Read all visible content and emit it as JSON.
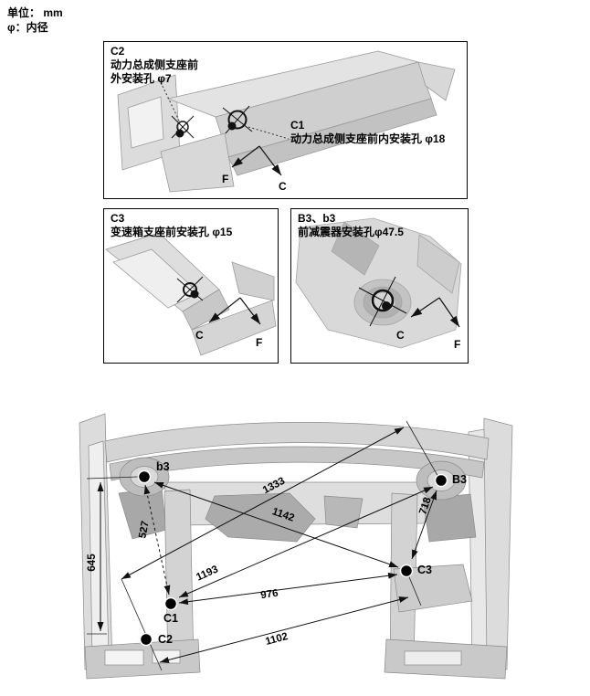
{
  "header": {
    "unit_label": "单位： mm",
    "diameter_label": "φ：内径"
  },
  "callout_boxes": [
    {
      "title": "C2",
      "line1": "动力总成侧支座前",
      "line2": "外安装孔 φ7",
      "dir_f": "F",
      "dir_c": "C",
      "sub_callout": {
        "title": "C1",
        "line": "动力总成侧支座前内安装孔 φ18"
      }
    },
    {
      "title": "C3",
      "line1": "变速箱支座前安装孔 φ15",
      "dir_f": "F",
      "dir_c": "C"
    },
    {
      "title": "B3、b3",
      "line1": "前减震器安装孔φ47.5",
      "dir_f": "F",
      "dir_c": "C"
    }
  ],
  "diagram": {
    "points": [
      {
        "id": "b3"
      },
      {
        "id": "B3"
      },
      {
        "id": "C1"
      },
      {
        "id": "C2"
      },
      {
        "id": "C3"
      }
    ],
    "measurements": [
      {
        "value": "1333",
        "from": "C2",
        "to": "B3"
      },
      {
        "value": "1142",
        "from": "b3",
        "to": "C3"
      },
      {
        "value": "1193",
        "from": "B3",
        "to": "C1"
      },
      {
        "value": "976",
        "from": "C1",
        "to": "C3"
      },
      {
        "value": "1102",
        "from": "C2",
        "to": "C3"
      },
      {
        "value": "527",
        "from": "b3",
        "to": "C1"
      },
      {
        "value": "718",
        "from": "B3",
        "to": "C3"
      },
      {
        "value": "645",
        "from": "b3",
        "to": "rocker-level"
      }
    ]
  }
}
